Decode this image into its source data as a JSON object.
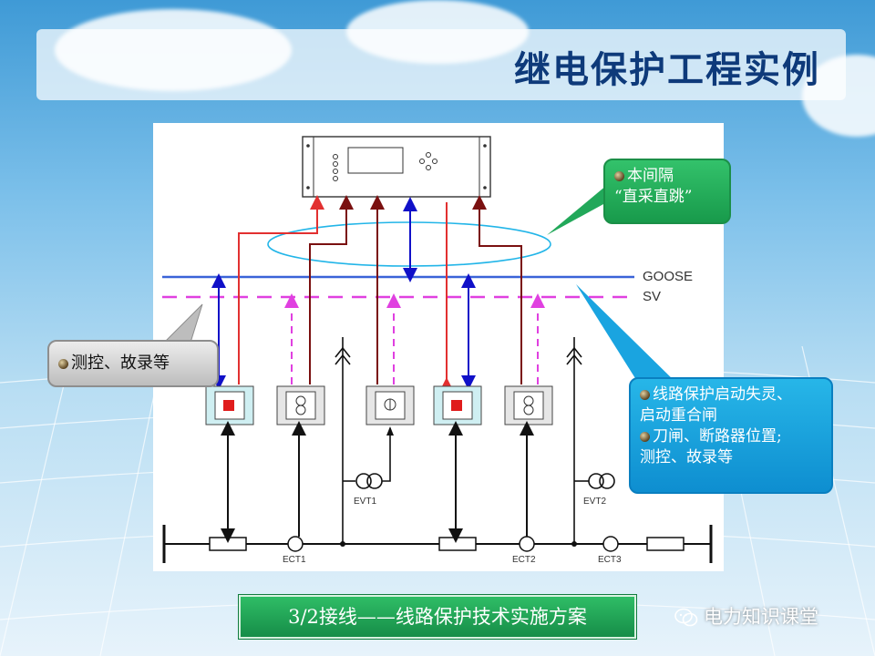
{
  "slide": {
    "title": "继电保护工程实例",
    "caption": "3/2接线——线路保护技术实施方案",
    "watermark": "电力知识课堂"
  },
  "diagram": {
    "bus_labels": {
      "goose": "GOOSE",
      "sv": "SV"
    },
    "device_labels": {
      "evt1": "EVT1",
      "evt2": "EVT2",
      "ect1": "ECT1",
      "ect2": "ECT2",
      "ect3": "ECT3"
    }
  },
  "callouts": {
    "direct": {
      "line1": "本间隔",
      "line2": "“直采直跳”"
    },
    "monitor": {
      "text": "测控、故录等"
    },
    "info": {
      "line1": "线路保护启动失灵、",
      "line2": "启动重合闸",
      "line3": "刀闸、断路器位置;",
      "line4": "测控、故录等"
    }
  },
  "colors": {
    "goose": "#3a63d8",
    "sv": "#e040e0",
    "trip_red": "#e23030",
    "dark_red": "#7a1010",
    "bidir_blue": "#1010c8",
    "callout_green": "#22a85a",
    "callout_blue": "#1aa4e0"
  }
}
